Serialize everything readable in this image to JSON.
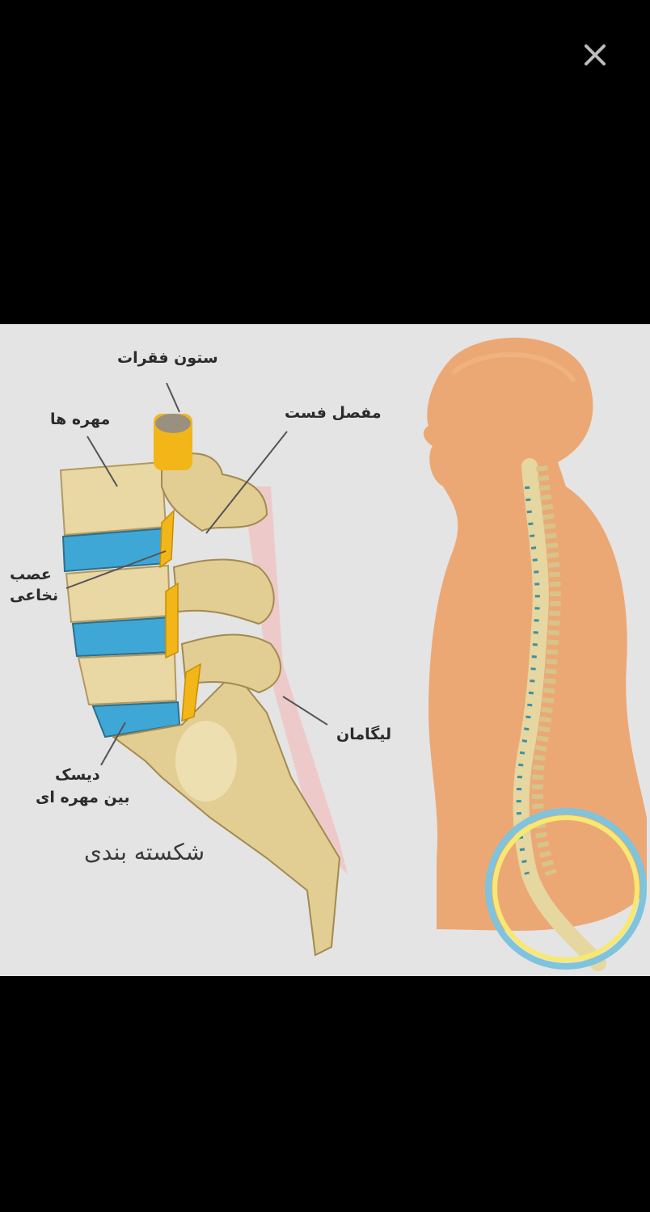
{
  "viewer": {
    "close_icon": "close-icon",
    "background": "#000000"
  },
  "image": {
    "background": "#e4e4e4",
    "labels": {
      "spinal_column": "ستون فقرات",
      "vertebrae": "مهره ها",
      "facet_joint": "مفصل فست",
      "spinal_nerve_line1": "عصب",
      "spinal_nerve_line2": "نخاعی",
      "ligament": "لیگامان",
      "disc_line1": "دیسک",
      "disc_line2": "بین مهره ای"
    },
    "caption": "شکسته بندی",
    "colors": {
      "bone": "#e9d7a4",
      "disc": "#3fa7d6",
      "nerve": "#f2b619",
      "ligament": "#e9b7b5",
      "skin": "#eda874",
      "halo_outer": "#7fc3dc",
      "halo_inner": "#f7e872"
    }
  }
}
